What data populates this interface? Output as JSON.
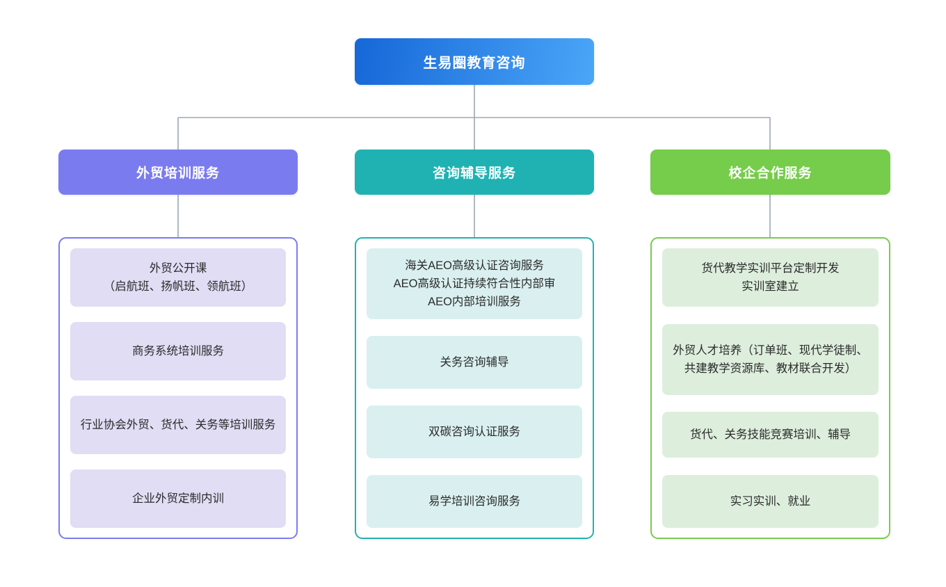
{
  "diagram": {
    "type": "organization-tree",
    "orientation": "top-down",
    "root": {
      "label": "生易圈教育咨询",
      "color_start": "#1667d8",
      "color_end": "#4aa6f7",
      "text_color": "#ffffff"
    },
    "connector_color": "#9aa7b4",
    "branches": [
      {
        "header_label": "外贸培训服务",
        "header_color": "#7b7bf0",
        "border_color": "#7b7bf0",
        "card_color": "#e1ddf5",
        "text_color": "#2b2b2b",
        "items": [
          "外贸公开课\n（启航班、扬帆班、领航班）",
          "商务系统培训服务",
          "行业协会外贸、货代、关务等培训服务",
          "企业外贸定制内训"
        ]
      },
      {
        "header_label": "咨询辅导服务",
        "header_color": "#20b2b2",
        "border_color": "#20b2b2",
        "card_color": "#daf0f0",
        "text_color": "#2b2b2b",
        "items": [
          "海关AEO高级认证咨询服务\nAEO高级认证持续符合性内部审\nAEO内部培训服务",
          "关务咨询辅导",
          "双碳咨询认证服务",
          "易学培训咨询服务"
        ]
      },
      {
        "header_label": "校企合作服务",
        "header_color": "#76cc4b",
        "border_color": "#76cc4b",
        "card_color": "#ddeedd",
        "text_color": "#2b2b2b",
        "items": [
          "货代教学实训平台定制开发\n实训室建立",
          "外贸人才培养（订单班、现代学徒制、共建教学资源库、教材联合开发）",
          "货代、关务技能竞赛培训、辅导",
          "实习实训、就业"
        ]
      }
    ]
  }
}
